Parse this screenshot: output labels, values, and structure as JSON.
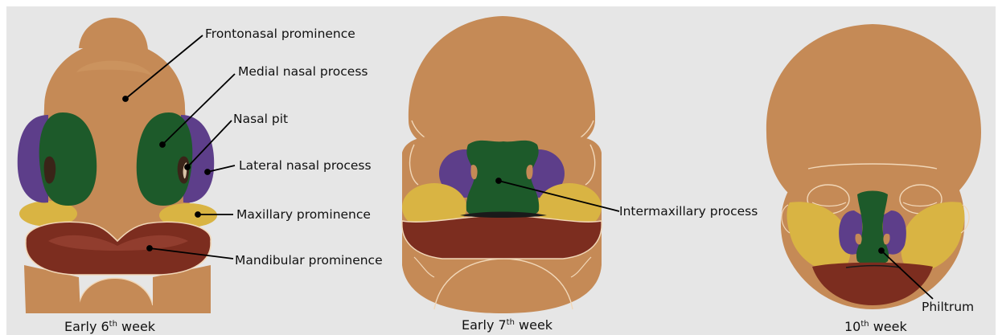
{
  "colors": {
    "skin": "#c58a56",
    "skin_light": "#d29b66",
    "skin_dark": "#a8703f",
    "medial_nasal": "#1d5a2a",
    "lateral_nasal": "#5d3e8a",
    "maxillary": "#d9b443",
    "mandibular": "#7c2d1f",
    "nasal_pit": "#3a2418",
    "outline": "#f1d7b8",
    "background": "#e6e6e6"
  },
  "labels": {
    "frontonasal": "Frontonasal prominence",
    "medial_nasal": "Medial nasal process",
    "nasal_pit": "Nasal pit",
    "lateral_nasal": "Lateral nasal process",
    "maxillary": "Maxillary prominence",
    "mandibular": "Mandibular prominence",
    "intermaxillary": "Intermaxillary process",
    "philtrum": "Philtrum"
  },
  "captions": {
    "stage1": {
      "prefix": "Early 6",
      "sup": "th",
      "suffix": " week"
    },
    "stage2": {
      "prefix": "Early 7",
      "sup": "th",
      "suffix": " week"
    },
    "stage3": {
      "prefix": "10",
      "sup": "th",
      "suffix": " week"
    }
  }
}
